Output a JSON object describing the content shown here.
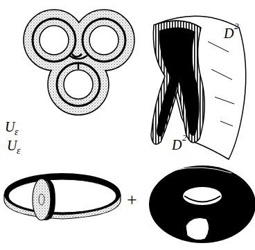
{
  "diagram": {
    "labels": [
      "U",
      "ε",
      "D",
      "2",
      "U",
      "ε",
      "+",
      "D",
      "2"
    ]
  }
}
